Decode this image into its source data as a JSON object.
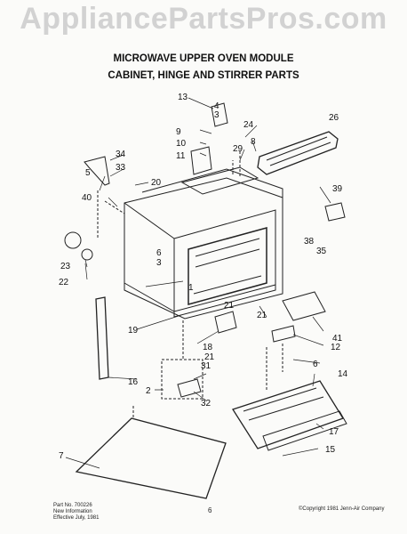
{
  "watermark": "AppliancePartsPros.com",
  "title_line1": "MICROWAVE UPPER OVEN MODULE",
  "title_line2": "CABINET, HINGE AND STIRRER PARTS",
  "part_labels": [
    "13",
    "4",
    "3",
    "9",
    "10",
    "11",
    "24",
    "26",
    "29",
    "8",
    "34",
    "33",
    "5",
    "40",
    "20",
    "39",
    "23",
    "22",
    "6",
    "3",
    "38",
    "35",
    "21",
    "21",
    "41",
    "19",
    "18",
    "21",
    "12",
    "16",
    "2",
    "31",
    "32",
    "6",
    "14",
    "17",
    "15",
    "7",
    "1"
  ],
  "footer": {
    "part_no": "Part No. 700226",
    "new_info": "New Information",
    "effective": "Effective July, 1981",
    "page_number": "6",
    "copyright": "©Copyright 1981 Jenn-Air Company"
  }
}
